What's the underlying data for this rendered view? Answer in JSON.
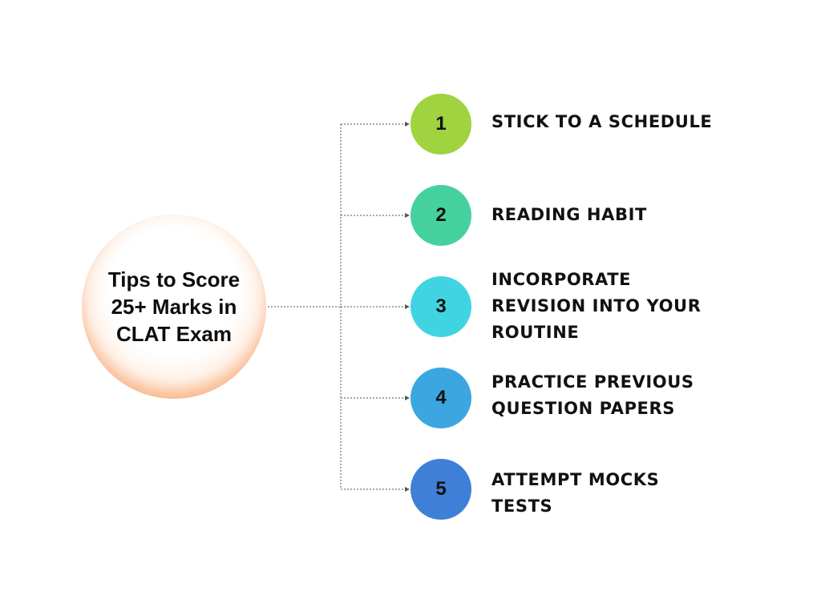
{
  "diagram": {
    "central_title": "Tips to Score 25+ Marks in CLAT Exam",
    "colors": {
      "central_gradient_outer": "#f28a3f",
      "connector": "#555555",
      "text": "#111111"
    },
    "tips": [
      {
        "number": "1",
        "label": "STICK TO A SCHEDULE",
        "color": "#9fd33f"
      },
      {
        "number": "2",
        "label": "READING HABIT",
        "color": "#45d19e"
      },
      {
        "number": "3",
        "label": "INCORPORATE REVISION INTO YOUR ROUTINE",
        "color": "#40d4e2"
      },
      {
        "number": "4",
        "label": "PRACTICE PREVIOUS QUESTION PAPERS",
        "color": "#3ca6e0"
      },
      {
        "number": "5",
        "label": "ATTEMPT MOCKS TESTS",
        "color": "#3f7fd8"
      }
    ]
  }
}
